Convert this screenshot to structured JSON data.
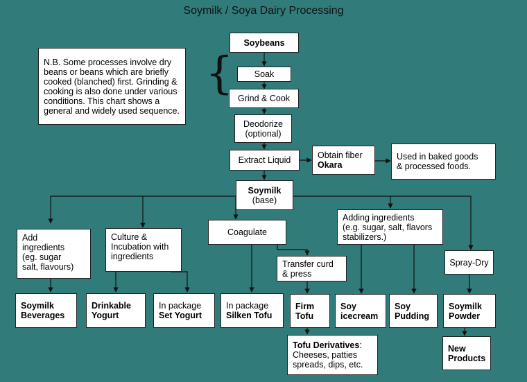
{
  "title": "Soymilk / Soya Dairy Processing",
  "note": "N.B. Some processes involve dry beans or beans which are briefly cooked (blanched) first. Grinding & cooking is also done under various conditions. This chart shows a general and widely used sequence.",
  "steps": {
    "soybeans": "Soybeans",
    "soak": "Soak",
    "grind_cook": "Grind & Cook",
    "deodorize_1": "Deodorize",
    "deodorize_2": "(optional)",
    "extract": "Extract Liquid",
    "fiber_1": "Obtain fiber",
    "fiber_2": "Okara",
    "baked_1": "Used in baked goods",
    "baked_2": "& processed foods.",
    "soymilk_1": "Soymilk",
    "soymilk_2": "(base)"
  },
  "branches": {
    "add_ingredients": [
      "Add",
      "ingredients",
      "(eg. sugar",
      "salt, flavours)"
    ],
    "culture": [
      "Culture &",
      "Incubation with",
      "ingredients"
    ],
    "coagulate": "Coagulate",
    "transfer": [
      "Transfer curd",
      "& press"
    ],
    "adding": [
      "Adding ingredients",
      "(e.g. sugar, salt, flavors",
      "stabilizers.)"
    ],
    "spray": "Spray-Dry"
  },
  "products": {
    "beverages": [
      "Soymilk",
      "Beverages"
    ],
    "drinkable": [
      "Drinkable",
      "Yogurt"
    ],
    "set_yogurt": [
      "In package",
      "Set Yogurt"
    ],
    "silken": [
      "In package",
      "Silken Tofu"
    ],
    "firm": [
      "Firm",
      "Tofu"
    ],
    "icecream": [
      "Soy",
      "icecream"
    ],
    "pudding": [
      "Soy",
      "Pudding"
    ],
    "powder": [
      "Soymilk",
      "Powder"
    ],
    "derivatives": [
      "Tofu Derivatives",
      ":",
      "Cheeses, patties",
      "spreads, dips, etc."
    ],
    "new_products": [
      "New",
      "Products"
    ]
  }
}
